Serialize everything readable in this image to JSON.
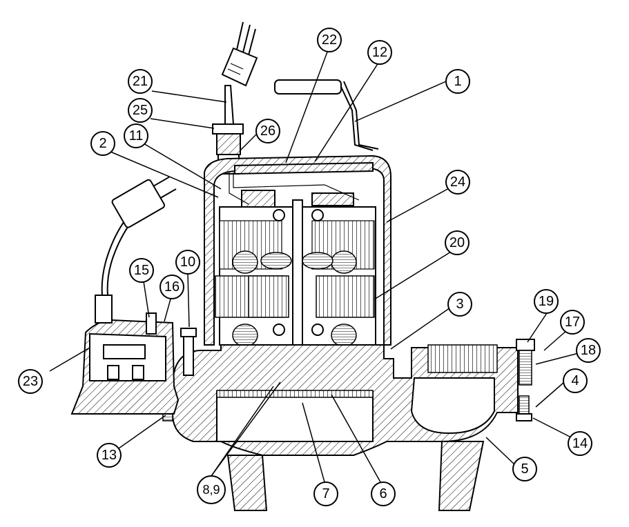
{
  "callouts": [
    {
      "id": "c1",
      "label": "1"
    },
    {
      "id": "c2",
      "label": "2"
    },
    {
      "id": "c3",
      "label": "3"
    },
    {
      "id": "c4",
      "label": "4"
    },
    {
      "id": "c5",
      "label": "5"
    },
    {
      "id": "c6",
      "label": "6"
    },
    {
      "id": "c7",
      "label": "7"
    },
    {
      "id": "c89",
      "label": "8,9"
    },
    {
      "id": "c10",
      "label": "10"
    },
    {
      "id": "c11",
      "label": "11"
    },
    {
      "id": "c12",
      "label": "12"
    },
    {
      "id": "c13",
      "label": "13"
    },
    {
      "id": "c14",
      "label": "14"
    },
    {
      "id": "c15",
      "label": "15"
    },
    {
      "id": "c16",
      "label": "16"
    },
    {
      "id": "c17",
      "label": "17"
    },
    {
      "id": "c18",
      "label": "18"
    },
    {
      "id": "c19",
      "label": "19"
    },
    {
      "id": "c20",
      "label": "20"
    },
    {
      "id": "c21",
      "label": "21"
    },
    {
      "id": "c22",
      "label": "22"
    },
    {
      "id": "c23",
      "label": "23"
    },
    {
      "id": "c24",
      "label": "24"
    },
    {
      "id": "c25",
      "label": "25"
    },
    {
      "id": "c26",
      "label": "26"
    }
  ]
}
